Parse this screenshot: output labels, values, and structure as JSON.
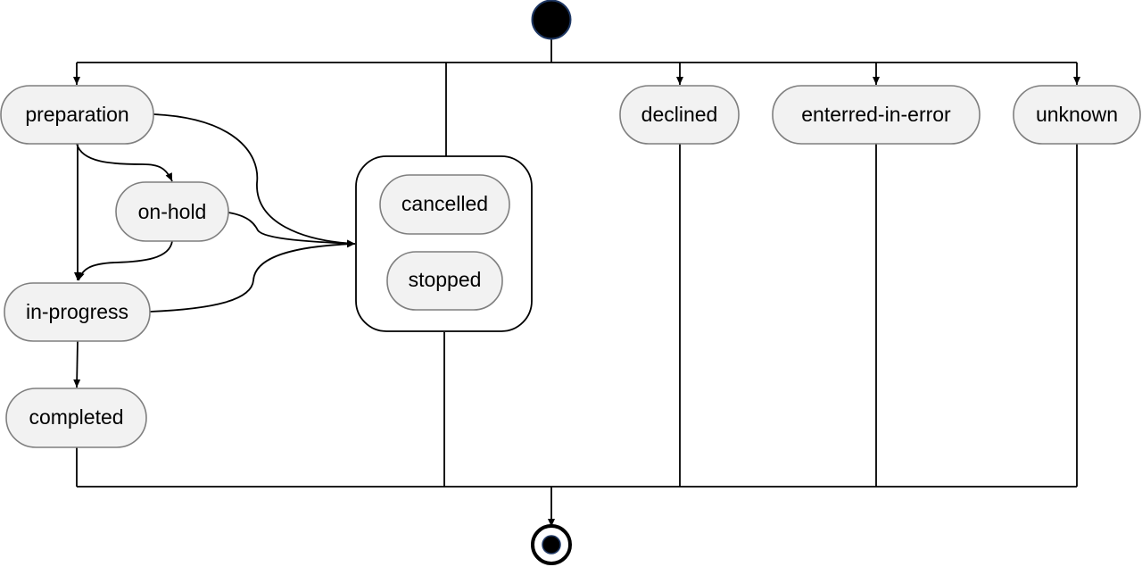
{
  "diagram": {
    "type": "state-machine",
    "initial_node": "initial-state",
    "final_node": "final-state",
    "states": {
      "preparation": "preparation",
      "on_hold": "on-hold",
      "in_progress": "in-progress",
      "completed": "completed",
      "cancelled": "cancelled",
      "stopped": "stopped",
      "declined": "declined",
      "entered_in_error": "enterred-in-error",
      "unknown": "unknown"
    },
    "transitions": [
      {
        "from": "initial",
        "to": "preparation"
      },
      {
        "from": "initial",
        "to": "cancelled-stopped-group"
      },
      {
        "from": "initial",
        "to": "declined"
      },
      {
        "from": "initial",
        "to": "enterred-in-error"
      },
      {
        "from": "initial",
        "to": "unknown"
      },
      {
        "from": "preparation",
        "to": "on-hold"
      },
      {
        "from": "preparation",
        "to": "in-progress"
      },
      {
        "from": "preparation",
        "to": "cancelled-stopped-group"
      },
      {
        "from": "on-hold",
        "to": "in-progress"
      },
      {
        "from": "on-hold",
        "to": "cancelled-stopped-group"
      },
      {
        "from": "in-progress",
        "to": "completed"
      },
      {
        "from": "in-progress",
        "to": "cancelled-stopped-group"
      },
      {
        "from": "completed",
        "to": "final"
      },
      {
        "from": "cancelled-stopped-group",
        "to": "final"
      },
      {
        "from": "declined",
        "to": "final"
      },
      {
        "from": "enterred-in-error",
        "to": "final"
      },
      {
        "from": "unknown",
        "to": "final"
      }
    ],
    "colors": {
      "state_fill": "#f2f2f2",
      "state_border": "#7f7f7f",
      "line": "#000000",
      "initial_fill": "#000000",
      "initial_border": "#1f3864"
    }
  }
}
